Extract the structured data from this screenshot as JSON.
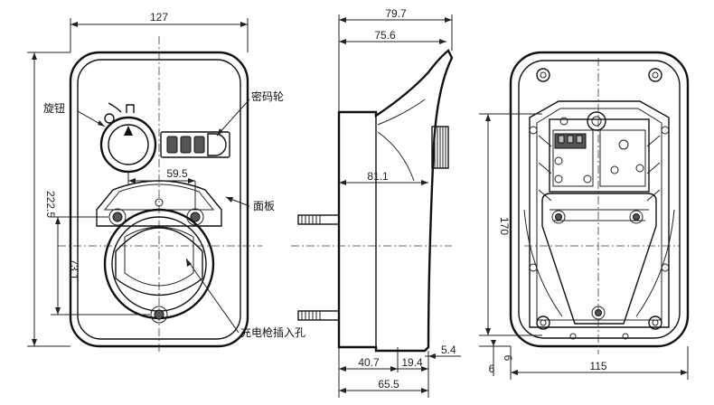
{
  "dimensions": {
    "front_width": "127",
    "front_height": "222.5",
    "knob_spacing": "59.5",
    "socket_offset": "73.1",
    "side_depth_total": "79.7",
    "side_depth_body": "75.6",
    "side_mid_depth": "81.1",
    "side_bottom_a": "40.7",
    "side_bottom_b": "19.4",
    "side_bottom_c": "5.4",
    "side_bottom_total": "65.5",
    "back_height": "170",
    "back_width": "115",
    "back_small_a": "6",
    "back_small_b": "6"
  },
  "labels": {
    "knob": "旋钮",
    "password_wheel": "密码轮",
    "panel": "面板",
    "charging_socket": "充电枪插入孔"
  }
}
